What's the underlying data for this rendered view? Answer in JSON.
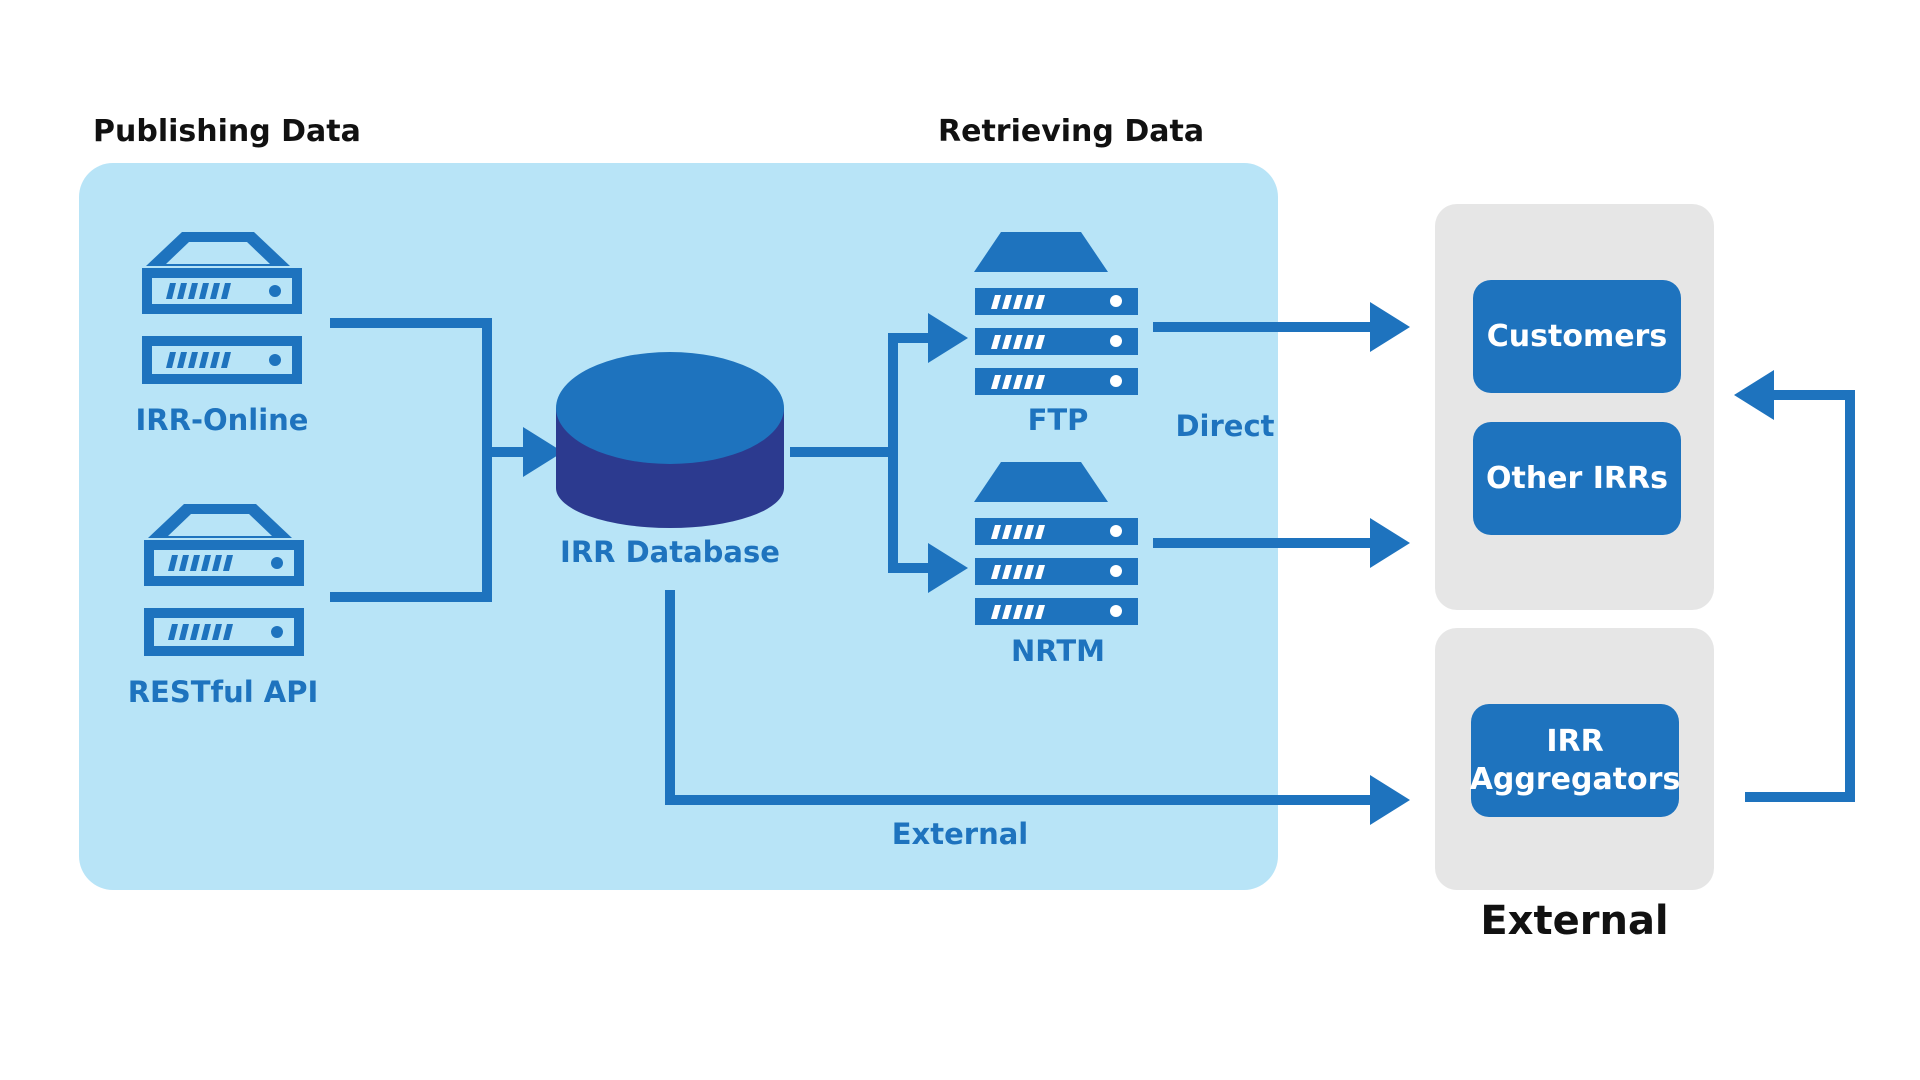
{
  "headers": {
    "publishing": "Publishing Data",
    "retrieving": "Retrieving Data",
    "external": "External"
  },
  "sources": {
    "irr_online": "IRR-Online",
    "restful_api": "RESTful API"
  },
  "database": {
    "label": "IRR Database"
  },
  "servers": {
    "ftp": "FTP",
    "nrtm": "NRTM"
  },
  "paths": {
    "direct": "Direct",
    "external": "External"
  },
  "consumers": {
    "customers": "Customers",
    "other_irrs": "Other IRRs",
    "aggregators_line1": "IRR",
    "aggregators_line2": "Aggregators"
  },
  "colors": {
    "accent": "#1e73be",
    "dark_accent": "#2c3a8f",
    "internal_panel": "#b8e4f7",
    "external_panel": "#e6e6e6",
    "header_text": "#111111"
  },
  "icons": {
    "irr_online": "server-icon",
    "restful_api": "server-icon",
    "database": "database-cylinder-icon",
    "ftp": "server-rack-icon",
    "nrtm": "server-rack-icon"
  }
}
